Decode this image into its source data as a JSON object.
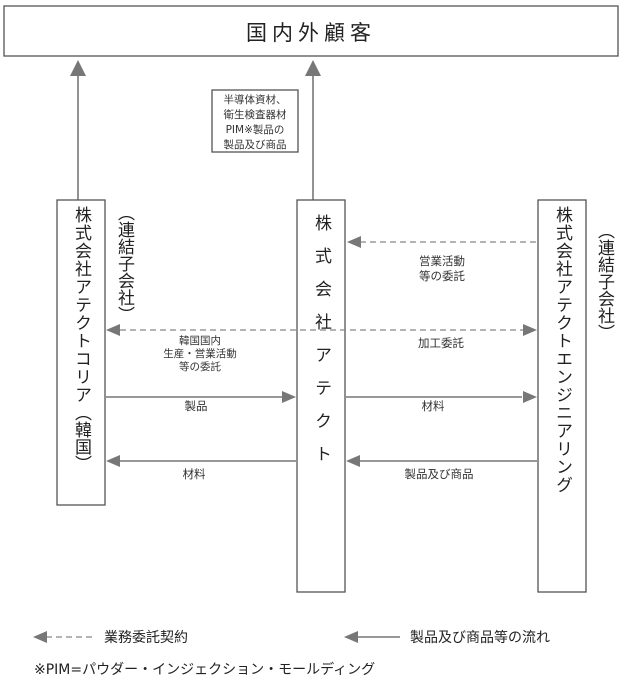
{
  "customer": "国内外顧客",
  "entities": {
    "korea": {
      "name": "株式会社アテクトコリア",
      "country": "（韓国）",
      "type": "（連結子会社）"
    },
    "atect": {
      "name": "株式会社アテクト"
    },
    "engineering": {
      "name": "株式会社アテクトエンジニアリング",
      "type": "（連結子会社）"
    }
  },
  "product_note": {
    "line1": "半導体資材、",
    "line2": "衛生検査器材",
    "line3": "PIM※製品の",
    "line4": "製品及び商品"
  },
  "labels": {
    "sales_outsource_line1": "営業活動",
    "sales_outsource_line2": "等の委託",
    "korea_outsource_line1": "韓国国内",
    "korea_outsource_line2": "生産・営業活動",
    "korea_outsource_line3": "等の委託",
    "processing_outsource": "加工委託",
    "product_to_atect": "製品",
    "material_to_eng": "材料",
    "material_to_korea": "材料",
    "goods_from_eng": "製品及び商品"
  },
  "legend": {
    "dashed": "業務委託契約",
    "solid": "製品及び商品等の流れ"
  },
  "footnote": "※PIM=パウダー・インジェクション・モールディング"
}
